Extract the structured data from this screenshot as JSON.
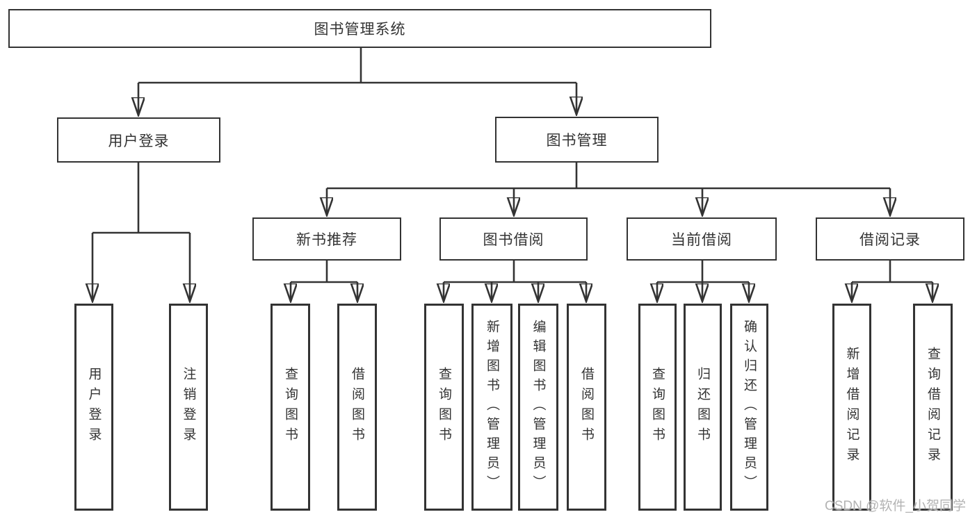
{
  "diagram": {
    "root": {
      "label": "图书管理系统"
    },
    "level2": [
      {
        "label": "用户登录"
      },
      {
        "label": "图书管理"
      }
    ],
    "level3": [
      {
        "label": "新书推荐",
        "parent": "图书管理"
      },
      {
        "label": "图书借阅",
        "parent": "图书管理"
      },
      {
        "label": "当前借阅",
        "parent": "图书管理"
      },
      {
        "label": "借阅记录",
        "parent": "图书管理"
      }
    ],
    "leaves": [
      {
        "label": "用户登录",
        "parent": "用户登录"
      },
      {
        "label": "注销登录",
        "parent": "用户登录"
      },
      {
        "label": "查询图书",
        "parent": "新书推荐"
      },
      {
        "label": "借阅图书",
        "parent": "新书推荐"
      },
      {
        "label": "查询图书",
        "parent": "图书借阅"
      },
      {
        "label": "新增图书（管理员）",
        "parent": "图书借阅"
      },
      {
        "label": "编辑图书（管理员）",
        "parent": "图书借阅"
      },
      {
        "label": "借阅图书",
        "parent": "图书借阅"
      },
      {
        "label": "查询图书",
        "parent": "当前借阅"
      },
      {
        "label": "归还图书",
        "parent": "当前借阅"
      },
      {
        "label": "确认归还（管理员）",
        "parent": "当前借阅"
      },
      {
        "label": "新增借阅记录",
        "parent": "借阅记录"
      },
      {
        "label": "查询借阅记录",
        "parent": "借阅记录"
      }
    ]
  },
  "watermark": {
    "text": "CSDN @软件_小贺同学"
  },
  "colors": {
    "line": "#333333",
    "box_border": "#333333",
    "text": "#333333",
    "background": "#ffffff",
    "watermark": "#b3b3b3"
  }
}
